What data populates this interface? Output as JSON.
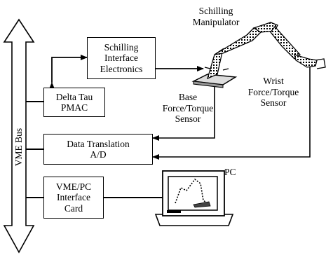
{
  "bus": {
    "label": "VME Bus"
  },
  "boxes": {
    "schilling_interface": [
      "Schilling",
      "Interface",
      "Electronics"
    ],
    "delta_tau": [
      "Delta Tau",
      "PMAC"
    ],
    "data_translation": [
      "Data Translation",
      "A/D"
    ],
    "vme_pc": [
      "VME/PC",
      "Interface",
      "Card"
    ]
  },
  "labels": {
    "manipulator": [
      "Schilling",
      "Manipulator"
    ],
    "base_sensor": [
      "Base",
      "Force/Torque",
      "Sensor"
    ],
    "wrist_sensor": [
      "Wrist",
      "Force/Torque",
      "Sensor"
    ],
    "pc": "PC"
  }
}
